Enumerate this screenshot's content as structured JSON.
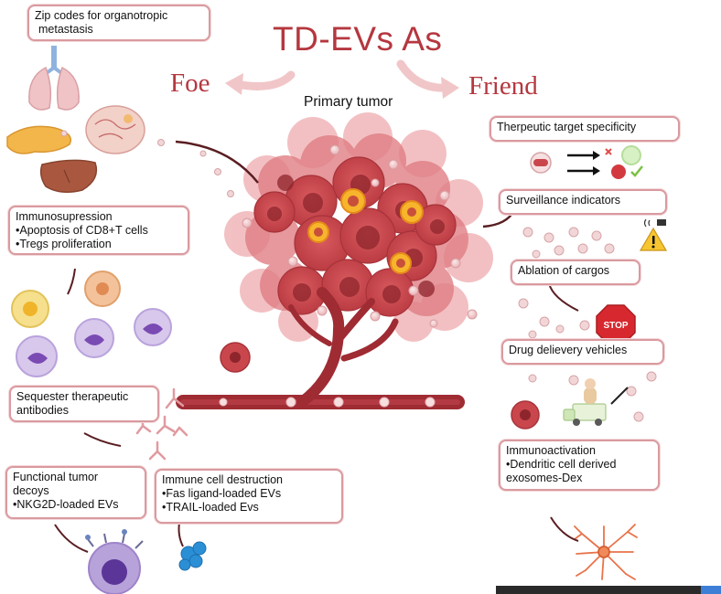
{
  "title": "TD-EVs As",
  "foe_label": "Foe",
  "friend_label": "Friend",
  "center_label": "Primary tumor",
  "foe_boxes": {
    "zip_codes": [
      "Zip codes for organotropic",
      "metastasis"
    ],
    "immunosupression": [
      "Immunosupression",
      "•Apoptosis of CD8+T cells",
      "•Tregs proliferation"
    ],
    "sequester": [
      "Sequester therapeutic",
      "antibodies"
    ],
    "decoys": [
      "Functional tumor",
      "decoys",
      "•NKG2D-loaded EVs"
    ],
    "immune_destruction": [
      "Immune cell destruction",
      "•Fas ligand-loaded EVs",
      "•TRAIL-loaded Evs"
    ]
  },
  "friend_boxes": {
    "target_specificity": [
      "Therpeutic target specificity"
    ],
    "surveillance": [
      "Surveillance indicators"
    ],
    "ablation": [
      "Ablation of cargos"
    ],
    "drug_delivery": [
      "Drug delievery vehicles"
    ],
    "immunoactivation": [
      "Immunoactivation",
      "•Dendritic cell derived",
      "exosomes-Dex"
    ]
  },
  "stop_sign_text": "STOP",
  "colors": {
    "title_red": "#b5373f",
    "box_border": "#d99a9f",
    "tumor_red": "#c9474c",
    "vessel_red": "#9f2b33",
    "vesicle_pink": "#f2c9cc"
  },
  "icons": [
    "lungs-icon",
    "brain-icon",
    "pancreas-icon",
    "liver-icon",
    "immune-cell-icon",
    "antibody-icon",
    "stop-sign-icon",
    "warning-icon",
    "ambulance-icon",
    "dendritic-cell-icon"
  ]
}
